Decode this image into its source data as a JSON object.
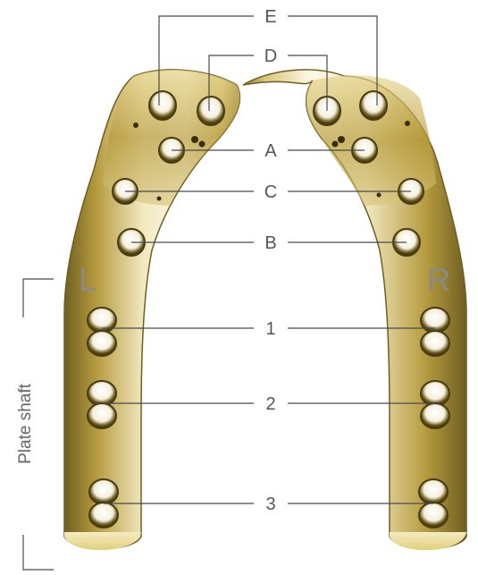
{
  "diagram": {
    "side_labels": {
      "left": "L",
      "right": "R"
    },
    "shaft_label": "Plate shaft",
    "callouts": {
      "E": "E",
      "D": "D",
      "A": "A",
      "C": "C",
      "B": "B",
      "one": "1",
      "two": "2",
      "three": "3"
    },
    "colors": {
      "plate_gold": "#b9a14a",
      "plate_highlight": "#f4ecc2",
      "plate_shadow": "#6f5f22",
      "hole": "#2b2108",
      "leader": "#4a4a4a"
    }
  }
}
